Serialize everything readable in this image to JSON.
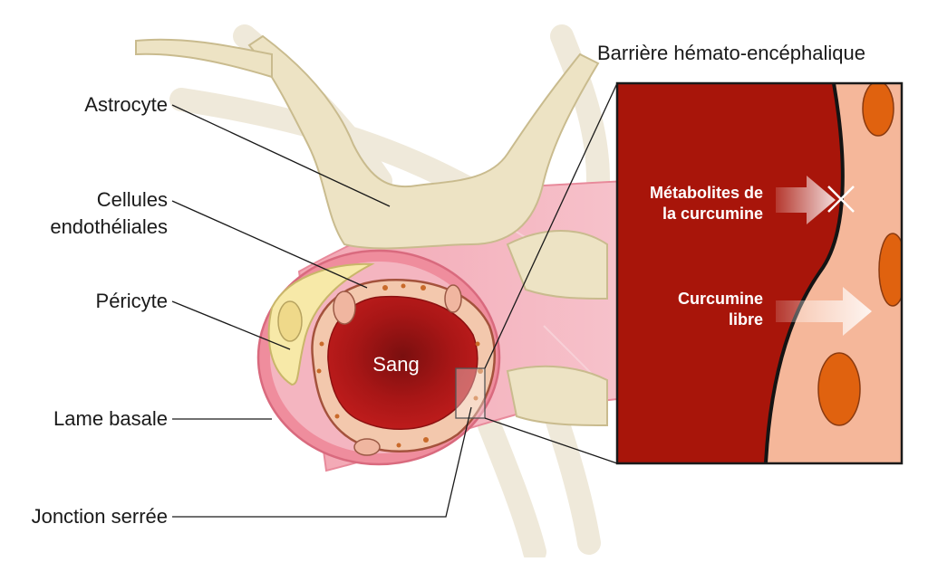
{
  "title": "Barrière hémato-encéphalique",
  "labels": {
    "astrocyte": "Astrocyte",
    "endothelial_line1": "Cellules",
    "endothelial_line2": "endothéliales",
    "pericyte": "Péricyte",
    "basal_lamina": "Lame basale",
    "tight_junction": "Jonction serrée",
    "blood": "Sang"
  },
  "inset": {
    "metabolites_line1": "Métabolites de",
    "metabolites_line2": "la curcumine",
    "free_curcumin_line1": "Curcumine",
    "free_curcumin_line2": "libre"
  },
  "colors": {
    "blood": "#a8150a",
    "brain_tissue": "#f5b79a",
    "nuclei": "#e0620f",
    "astrocyte": "#ede3c4",
    "vessel_wall": "#ef8d9d",
    "pericyte": "#f7e9a8"
  },
  "icons": {
    "blocked": "blocked-cross-icon"
  }
}
